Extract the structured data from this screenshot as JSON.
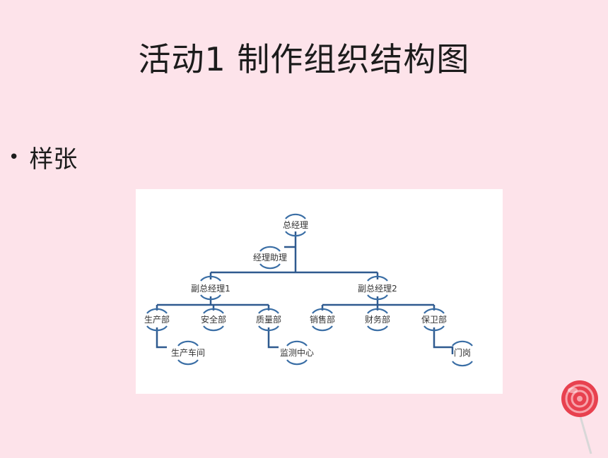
{
  "slide": {
    "title": "活动1  制作组织结构图",
    "bullet": "样张"
  },
  "org_chart": {
    "root": "总经理",
    "assistant": "经理助理",
    "deputies": [
      "副总经理1",
      "副总经理2"
    ],
    "departments": [
      "生产部",
      "安全部",
      "质量部",
      "销售部",
      "财务部",
      "保卫部"
    ],
    "sub_units": [
      "生产车间",
      "监测中心",
      "门岗"
    ],
    "line_color": "#2f5a8f",
    "node_arc_color": "#3a6ea5"
  },
  "colors": {
    "background": "#fde3ea",
    "lollipop": "#e8414f"
  }
}
